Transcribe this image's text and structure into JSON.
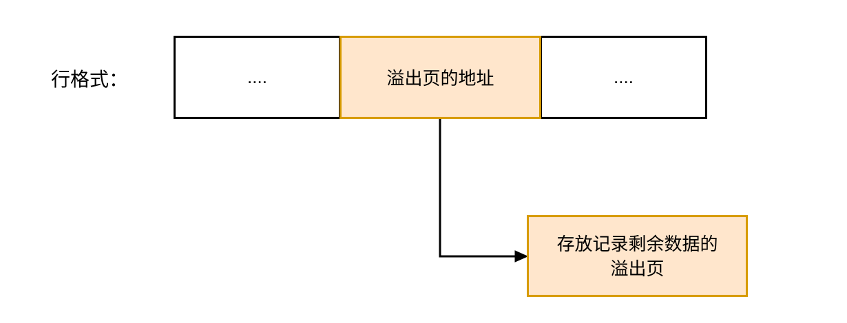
{
  "diagram": {
    "label": "行格式：",
    "row": {
      "cells": [
        {
          "text": "....",
          "type": "plain"
        },
        {
          "text": "溢出页的地址",
          "type": "highlight"
        },
        {
          "text": "....",
          "type": "plain"
        }
      ]
    },
    "overflow_box": {
      "lines": [
        "存放记录剩余数据的",
        "溢出页"
      ]
    },
    "colors": {
      "highlight_fill": "#FFE6CC",
      "highlight_stroke": "#D79B00",
      "plain_stroke": "#000000",
      "arrow": "#000000",
      "text": "#000000",
      "background": "#FFFFFF"
    }
  }
}
